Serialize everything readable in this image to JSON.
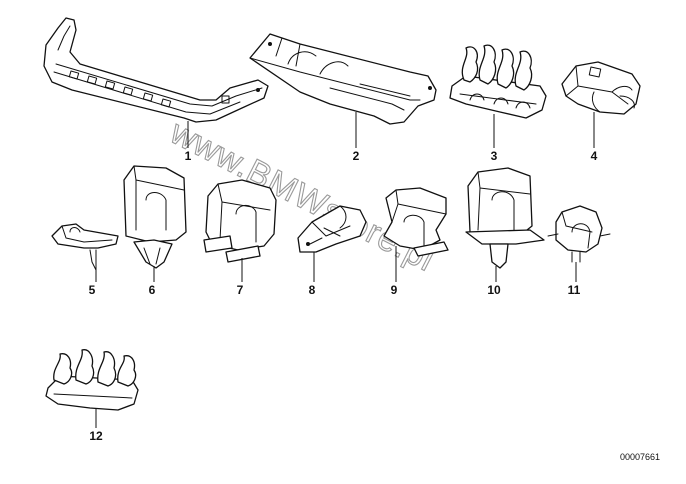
{
  "watermark": "www.BMWstore.pl",
  "catalog_code": "00007661",
  "parts": [
    {
      "number": "1"
    },
    {
      "number": "2"
    },
    {
      "number": "3"
    },
    {
      "number": "4"
    },
    {
      "number": "5"
    },
    {
      "number": "6"
    },
    {
      "number": "7"
    },
    {
      "number": "8"
    },
    {
      "number": "9"
    },
    {
      "number": "10"
    },
    {
      "number": "11"
    },
    {
      "number": "12"
    }
  ]
}
